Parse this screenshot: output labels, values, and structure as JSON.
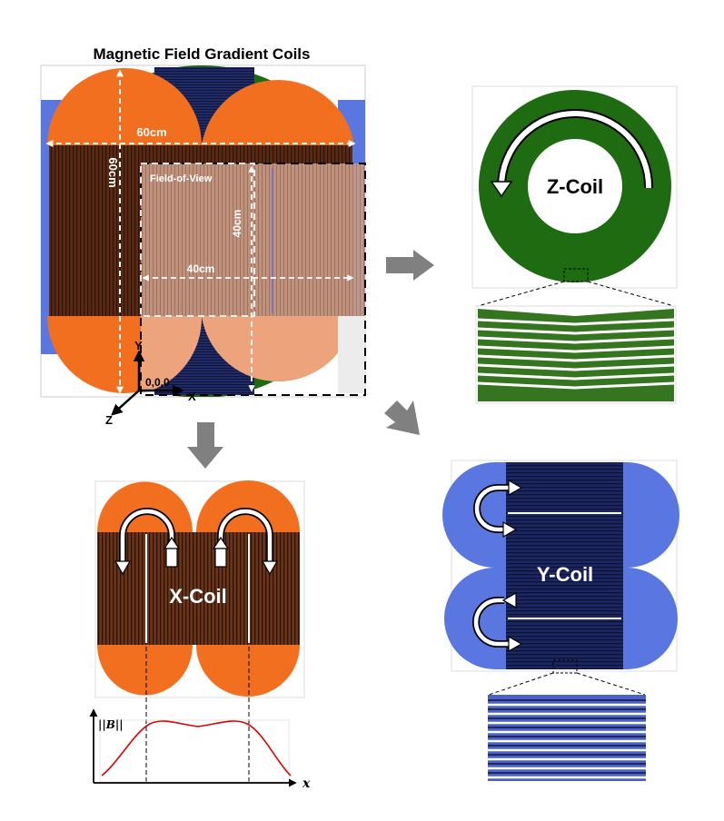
{
  "title": "Magnetic Field Gradient Coils",
  "main": {
    "dim_width": "60cm",
    "dim_height": "60cm",
    "fov_label": "Field-of-View",
    "fov_width": "40cm",
    "fov_height": "40cm",
    "axis_y": "Y",
    "axis_x": "X",
    "axis_z": "Z",
    "origin": "0,0,0"
  },
  "z_coil": {
    "label": "Z-Coil"
  },
  "x_coil": {
    "label": "X-Coil"
  },
  "y_coil": {
    "label": "Y-Coil"
  },
  "field_plot": {
    "ylabel": "||B||",
    "xlabel": "x"
  },
  "colors": {
    "x_coil_orange": "#f26f1f",
    "x_coil_brown": "#5a2a12",
    "z_coil_green": "#1e6b12",
    "y_coil_blue": "#5a76e0",
    "y_coil_navy": "#141d4a",
    "fov_tint": "#e4a88a",
    "arrow_gray": "#808080",
    "field_curve": "#e00000"
  }
}
